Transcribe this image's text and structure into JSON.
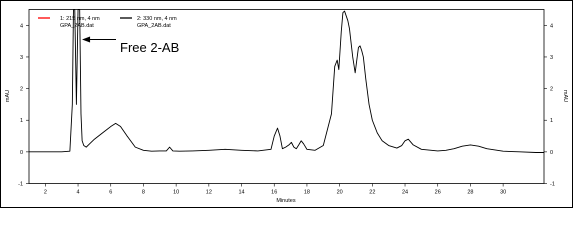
{
  "chart_data": {
    "type": "line",
    "xlabel": "Minutes",
    "ylabel": "mAU",
    "xlim": [
      1.0,
      32.5
    ],
    "ylim": [
      -1.0,
      4.5
    ],
    "x_ticks": [
      2,
      4,
      6,
      8,
      10,
      12,
      14,
      16,
      18,
      20,
      22,
      24,
      26,
      28,
      30
    ],
    "y_ticks": [
      -1,
      0,
      1,
      2,
      3,
      4
    ],
    "grid": false,
    "legend_position": "top-left",
    "legend": [
      {
        "line1": "1: 215 nm, 4 nm",
        "line2": "GPA_2AB.dat",
        "color": "#ff0000"
      },
      {
        "line1": "2: 330 nm, 4 nm",
        "line2": "GPA_2AB.dat",
        "color": "#000000"
      }
    ],
    "annotation": {
      "text": "Free 2-AB",
      "x": 4.0,
      "y": 3.55
    },
    "series": [
      {
        "color": "#000000",
        "x": [
          1.0,
          2.0,
          3.0,
          3.5,
          3.65,
          3.72,
          3.8,
          3.9,
          4.0,
          4.1,
          4.18,
          4.25,
          4.35,
          4.5,
          4.7,
          5.0,
          5.5,
          6.0,
          6.3,
          6.6,
          7.0,
          7.5,
          8.0,
          8.5,
          9.0,
          9.4,
          9.6,
          9.8,
          10.2,
          11.0,
          12.0,
          13.0,
          14.0,
          15.0,
          15.8,
          16.0,
          16.2,
          16.35,
          16.5,
          16.7,
          16.9,
          17.05,
          17.2,
          17.35,
          17.5,
          17.65,
          17.8,
          18.0,
          18.5,
          19.0,
          19.5,
          19.7,
          19.85,
          19.95,
          20.1,
          20.2,
          20.3,
          20.4,
          20.5,
          20.6,
          20.8,
          20.95,
          21.05,
          21.15,
          21.25,
          21.35,
          21.45,
          21.6,
          21.8,
          22.0,
          22.3,
          22.6,
          23.0,
          23.5,
          23.8,
          24.0,
          24.2,
          24.5,
          25.0,
          26.0,
          26.5,
          27.0,
          27.5,
          28.0,
          28.5,
          29.0,
          30.0,
          31.0,
          32.0,
          32.5
        ],
        "y": [
          0.0,
          0.0,
          0.0,
          0.02,
          1.5,
          4.5,
          4.5,
          1.5,
          4.5,
          4.5,
          1.2,
          0.35,
          0.2,
          0.15,
          0.25,
          0.4,
          0.6,
          0.8,
          0.9,
          0.8,
          0.5,
          0.15,
          0.05,
          0.02,
          0.03,
          0.03,
          0.15,
          0.03,
          0.02,
          0.03,
          0.05,
          0.08,
          0.05,
          0.03,
          0.08,
          0.5,
          0.75,
          0.5,
          0.1,
          0.15,
          0.22,
          0.3,
          0.15,
          0.1,
          0.22,
          0.35,
          0.25,
          0.08,
          0.05,
          0.2,
          1.2,
          2.7,
          2.9,
          2.6,
          3.8,
          4.4,
          4.45,
          4.3,
          4.15,
          3.9,
          3.0,
          2.5,
          2.9,
          3.3,
          3.35,
          3.2,
          3.0,
          2.3,
          1.5,
          1.0,
          0.6,
          0.35,
          0.2,
          0.12,
          0.2,
          0.35,
          0.4,
          0.22,
          0.08,
          0.03,
          0.05,
          0.1,
          0.18,
          0.22,
          0.18,
          0.1,
          0.02,
          0.0,
          -0.02,
          -0.02
        ]
      }
    ]
  }
}
